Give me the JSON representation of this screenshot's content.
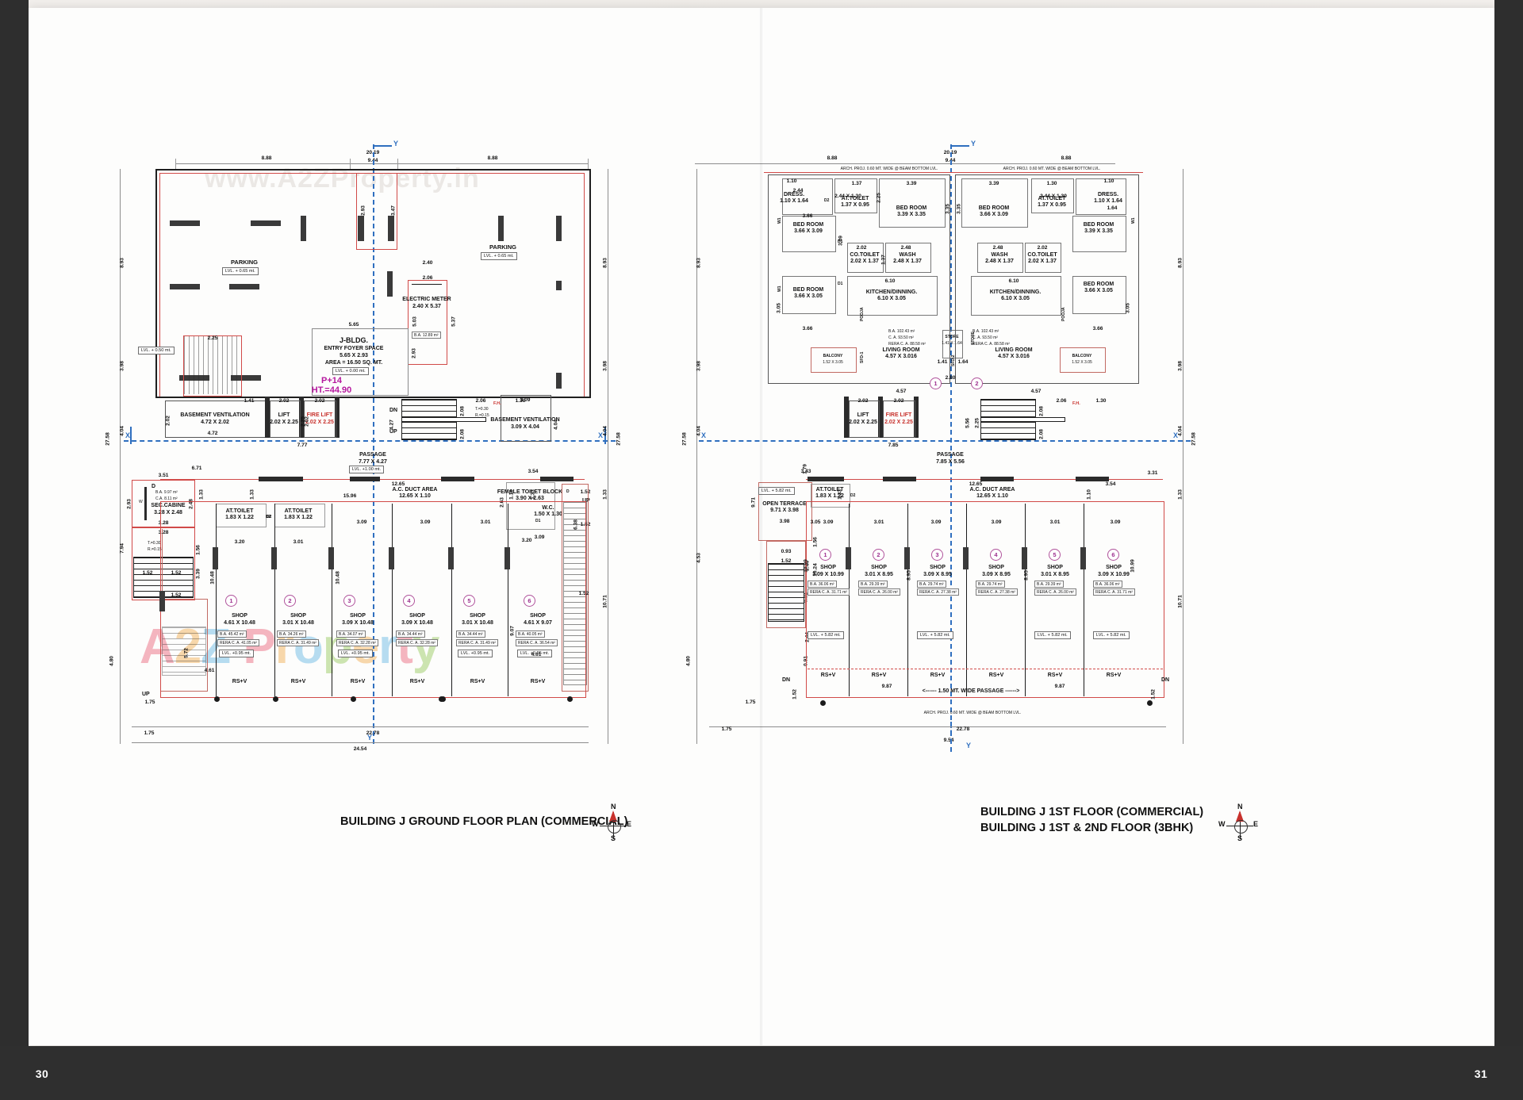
{
  "document": {
    "watermark_top": "www.A2ZProperty.in",
    "watermark_brand": "A2Z Property",
    "page_left": "30",
    "page_right": "31"
  },
  "left_plan": {
    "title": "BUILDING J GROUND FLOOR PLAN (COMMERCIAL)",
    "axis_labels": {
      "y_top": "Y",
      "x_left": "X",
      "x_right": "X",
      "y_bottom": "Y"
    },
    "top_dims": [
      "8.88",
      "20.19",
      "9.44",
      "8.88"
    ],
    "left_dims": [
      "8.93",
      "3.98",
      "27.58",
      "4.04",
      "7.94",
      "4.80"
    ],
    "right_dims": [
      "8.93",
      "3.98",
      "4.04",
      "27.58",
      "1.33",
      "10.71"
    ],
    "bottom_dims": [
      "1.75",
      "22.78",
      "24.54"
    ],
    "parking_left": {
      "label": "PARKING",
      "level": "LVL. + 0.65 mt."
    },
    "parking_right": {
      "label": "PARKING",
      "level": "LVL. + 0.65 mt."
    },
    "electric_meter": {
      "label": "ELECTRIC METER",
      "size": "2.40 X 5.37",
      "ba": "B.A. 12.89 m²",
      "dims": [
        "2.40",
        "2.06",
        "5.03",
        "5.37"
      ]
    },
    "entry_foyer": {
      "building": "J-BLDG.",
      "label": "ENTRY FOYER SPACE",
      "size": "5.65 X 2.93",
      "area": "AREA = 16.50 SQ. MT.",
      "level": "LVL. + 0.00 mt.",
      "height_note_1": "P+14",
      "height_note_2": "HT.=44.90",
      "dims": [
        "5.65",
        "2.93"
      ]
    },
    "ramp_level": "LVL. + 0.50 mt.",
    "basement_ventilation_left": {
      "label": "BASEMENT VENTILATION",
      "size": "4.72 X 2.02",
      "dims": [
        "4.72",
        "2.02",
        "1.41"
      ]
    },
    "basement_ventilation_right": {
      "label": "BASEMENT VENTILATION",
      "size": "3.09 X 4.04",
      "dims": [
        "3.09",
        "4.04"
      ]
    },
    "lift": {
      "label": "LIFT",
      "size": "2.02 X 2.25",
      "dims": [
        "2.02",
        "2.25"
      ]
    },
    "fire_lift": {
      "label": "FIRE LIFT",
      "size": "2.02 X 2.25",
      "dims": [
        "2.02",
        "2.25"
      ]
    },
    "lift_lobby_dim": "7.77",
    "passage": {
      "label": "PASSAGE",
      "size": "7.77 X 4.27",
      "level": "LVL. +1.00 mt.",
      "dim": "4.27"
    },
    "stair_notes": {
      "dn": "DN",
      "up": "UP",
      "riser": "T.=0.30",
      "tread": "R.=0.15",
      "dims": [
        "2.08",
        "2.08"
      ]
    },
    "ac_duct": {
      "label": "A.C. DUCT AREA",
      "size": "12.65 X 1.10",
      "dims": [
        "12.65",
        "15.96",
        "1.10",
        "1.33",
        "1.33"
      ]
    },
    "sec_cabine": {
      "label": "SEC.CABINE",
      "size": "3.28 X 2.48",
      "ba": "B.A. 9.97 m²",
      "ca": "C.A. 8.11 m²",
      "door": "D",
      "window": "W",
      "dims": [
        "3.51",
        "6.71",
        "3.28",
        "2.48",
        "2.93",
        "1.33"
      ]
    },
    "female_toilet": {
      "label": "FEMALE TOILET BLOCK",
      "size": "3.90 X 2.63",
      "wc": "W.C.",
      "wc_size": "1.50 X 1.30",
      "door": "D1",
      "dims": [
        "3.54",
        "3.90",
        "2.63",
        "1.52",
        "1.52",
        "3.20",
        "6.38"
      ]
    },
    "at_toilets": [
      {
        "label": "AT.TOILET",
        "size": "1.83 X 1.22",
        "door": "D2"
      },
      {
        "label": "AT.TOILET",
        "size": "1.83 X 1.22",
        "door": "D2"
      }
    ],
    "stair_left": {
      "up": "UP",
      "dims": [
        "1.52",
        "1.52",
        "1.52",
        "1.56",
        "3.39",
        "3.28",
        "5.72",
        "4.61",
        "1.75"
      ],
      "riser": "T.=0.30",
      "tread": "R.=0.15"
    },
    "shops": [
      {
        "no": "1",
        "label": "SHOP",
        "size": "4.61 X 10.48",
        "ba": "B.A.  45.42  m²",
        "rera": "RERA C. A.  41.05  m²",
        "level": "LVL. +0.95 mt.",
        "rsv": "RS+V"
      },
      {
        "no": "2",
        "label": "SHOP",
        "size": "3.01 X 10.48",
        "ba": "B.A.  34.26  m²",
        "rera": "RERA C. A.  31.49  m²",
        "level": "",
        "rsv": "RS+V"
      },
      {
        "no": "3",
        "label": "SHOP",
        "size": "3.09 X 10.48",
        "ba": "B.A.  34.07  m²",
        "rera": "RERA C. A.  32.28  m²",
        "level": "LVL. +0.95 mt.",
        "rsv": "RS+V"
      },
      {
        "no": "4",
        "label": "SHOP",
        "size": "3.09 X 10.48",
        "ba": "B.A.  34.44  m²",
        "rera": "RERA C. A.  32.28  m²",
        "level": "",
        "rsv": "RS+V"
      },
      {
        "no": "5",
        "label": "SHOP",
        "size": "3.01 X 10.48",
        "ba": "B.A.  34.44  m²",
        "rera": "RERA C. A.  31.49  m²",
        "level": "LVL. +0.95 mt.",
        "rsv": "RS+V"
      },
      {
        "no": "6",
        "label": "SHOP",
        "size": "4.61 X 9.07",
        "ba": "B.A.  40.05  m²",
        "rera": "RERA C. A.  36.54  m²",
        "level": "LVL. +0.95 mt.",
        "rsv": "RS+V"
      }
    ],
    "shop_top_dims": [
      "3.20",
      "3.01",
      "3.09",
      "3.09",
      "3.01",
      "3.20"
    ],
    "shop_inner_dims": [
      "3.09",
      "3.09",
      "3.01",
      "3.09",
      "3.01"
    ],
    "right_edge_dims": [
      "1.52",
      "1.52",
      "6.38",
      "9.07",
      "4.61",
      "10.71",
      "10.48"
    ],
    "misc": {
      "fh": "F.H.",
      "dim_206": "2.06",
      "dim_130": "1.30",
      "dim_175": "1.75",
      "dim_480": "4.80"
    }
  },
  "right_plan": {
    "title_line1": "BUILDING J 1ST FLOOR (COMMERCIAL)",
    "title_line2": "BUILDING J 1ST & 2ND FLOOR (3BHK)",
    "axis_labels": {
      "y_top": "Y",
      "x_left": "X",
      "x_right": "X",
      "y_bottom": "Y"
    },
    "top_dims": [
      "8.88",
      "20.19",
      "9.44",
      "8.88"
    ],
    "arch_proj_note_left": "ARCH. PROJ. 0.60 MT. WIDE @ BEAM BOTTOM LVL.",
    "arch_proj_note_right": "ARCH. PROJ. 0.60 MT. WIDE @ BEAM BOTTOM LVL.",
    "arch_proj_bottom": "ARCH. PROJ. 0.60 MT. WIDE @ BEAM BOTTOM LVL.",
    "bottom_dims": [
      "1.75",
      "22.78",
      "9.54"
    ],
    "left_dims": [
      "8.93",
      "3.98",
      "27.58",
      "4.04",
      "4.53",
      "4.80"
    ],
    "right_dims": [
      "8.93",
      "3.98",
      "4.04",
      "27.58",
      "1.33",
      "10.71"
    ],
    "flat_left": {
      "bedrooms": [
        {
          "label": "BED ROOM",
          "size": "3.66 X 3.09"
        },
        {
          "label": "BED ROOM",
          "size": "3.66 X 3.05"
        },
        {
          "label": "BED ROOM",
          "size": "3.39 X 3.35"
        }
      ],
      "dress": {
        "label": "DRESS.",
        "size": "1.10 X 1.64"
      },
      "at_toilet": {
        "label": "AT.TOILET",
        "size": "1.37 X 0.95"
      },
      "co_toilet": {
        "label": "CO.TOILET",
        "size": "2.02 X 1.37"
      },
      "wash": {
        "label": "WASH",
        "size": "2.48 X 1.37"
      },
      "kitchen": {
        "label": "KITCHEN/DINNING.",
        "size": "6.10 X 3.05"
      },
      "living": {
        "label": "LIVING ROOM",
        "size": "4.57 X 3.016"
      },
      "store": {
        "label": "STORE",
        "size": "1.41 X 1.64"
      },
      "balcony": {
        "label": "BALCONY",
        "size": "1.52 X 3.05"
      },
      "pooja": "POOJA",
      "areas": [
        "B.A.  102.43  m²",
        "C. A.  93.50  m²",
        "RERA C. A.  88.58  m²"
      ],
      "dims": [
        "1.10",
        "2.44",
        "1.37",
        "3.39",
        "3.66",
        "3.09",
        "2.02",
        "2.48",
        "6.10",
        "3.66",
        "2.25",
        "3.35",
        "2.95",
        "1.41",
        "1.64",
        "4.57",
        "1.52",
        "2.25",
        "3.05",
        "1.41",
        "2.80",
        "1.79"
      ],
      "doors": [
        "D2",
        "D1",
        "D1",
        "D1"
      ],
      "windows": [
        "W1",
        "W1",
        "W1"
      ],
      "sfd": "SFD-1",
      "level": "LVL. + 5.82 mt."
    },
    "flat_right": {
      "bedrooms": [
        {
          "label": "BED ROOM",
          "size": "3.39 X 3.35"
        },
        {
          "label": "BED ROOM",
          "size": "3.66 X 3.09"
        },
        {
          "label": "BED ROOM",
          "size": "3.66 X 3.05"
        }
      ],
      "dress": {
        "label": "DRESS.",
        "size": "1.10 X 1.64"
      },
      "at_toilet": {
        "label": "AT.TOILET",
        "size": "1.37 X 0.95"
      },
      "co_toilet": {
        "label": "CO.TOILET",
        "size": "2.02 X 1.37"
      },
      "wash": {
        "label": "WASH",
        "size": "2.48 X 1.37"
      },
      "kitchen": {
        "label": "KITCHEN/DINNING.",
        "size": "6.10 X 3.05"
      },
      "living": {
        "label": "LIVING ROOM",
        "size": "4.57 X 3.016"
      },
      "store": {
        "label": "STORE",
        "size": "1.41 X 1.64"
      },
      "balcony": {
        "label": "BALCONY",
        "size": "1.52 X 3.05"
      },
      "pooja": "POOJA",
      "areas": [
        "B.A.  102.43  m²",
        "C. A.  93.50  m²",
        "RERA C. A.  88.58  m²"
      ],
      "sfd": "SFD-2",
      "level": "LVL. + 5.82 mt."
    },
    "lift": {
      "label": "LIFT",
      "size": "2.02 X 2.25"
    },
    "fire_lift": {
      "label": "FIRE LIFT",
      "size": "2.02 X 2.25"
    },
    "lift_lobby_dim": "7.85",
    "passage": {
      "label": "PASSAGE",
      "size": "7.85 X 5.56",
      "dim": "1.79"
    },
    "ac_duct": {
      "label": "A.C. DUCT AREA",
      "size": "12.65 X 1.10",
      "dims": [
        "12.65",
        "1.10",
        "1.33",
        "3.54",
        "3.31"
      ]
    },
    "open_terrace": {
      "label": "OPEN TERRACE",
      "size": "9.71 X 3.98",
      "level": "LVL. + 5.82 mt.",
      "dims": [
        "9.71",
        "3.98",
        "3.43",
        "3.05",
        "0.93",
        "1.52",
        "2.44",
        "2.44",
        "10.24",
        "1.56",
        "0.91",
        "0.91",
        "1.75",
        "1.52"
      ]
    },
    "at_toilet_terrace": {
      "label": "AT.TOILET",
      "size": "1.83 X 1.22",
      "door": "D2"
    },
    "shops": [
      {
        "no": "1",
        "label": "SHOP",
        "size": "3.09 X 10.99",
        "ba": "B.A.  36.06  m²",
        "rera": "RERA C. A.  31.71  m²",
        "level": "LVL. + 5.82 mt.",
        "rsv": "RS+V"
      },
      {
        "no": "2",
        "label": "SHOP",
        "size": "3.01 X 8.95",
        "ba": "B.A.  29.39  m²",
        "rera": "RERA C. A.  26.00  m²",
        "level": "",
        "rsv": "RS+V"
      },
      {
        "no": "3",
        "label": "SHOP",
        "size": "3.09 X 8.95",
        "ba": "B.A.  29.74  m²",
        "rera": "RERA C. A.  27.38  m²",
        "level": "LVL. + 5.82 mt.",
        "rsv": "RS+V"
      },
      {
        "no": "4",
        "label": "SHOP",
        "size": "3.09 X 8.95",
        "ba": "B.A.  29.74  m²",
        "rera": "RERA C. A.  27.38  m²",
        "level": "",
        "rsv": "RS+V"
      },
      {
        "no": "5",
        "label": "SHOP",
        "size": "3.01 X 8.95",
        "ba": "B.A.  29.39  m²",
        "rera": "RERA C. A.  26.00  m²",
        "level": "LVL. + 5.82 mt.",
        "rsv": "RS+V"
      },
      {
        "no": "6",
        "label": "SHOP",
        "size": "3.09 X 10.99",
        "ba": "B.A.  36.06  m²",
        "rera": "RERA C. A.  31.71  m²",
        "level": "LVL. + 5.82 mt.",
        "rsv": "RS+V"
      }
    ],
    "shop_top_dims": [
      "3.09",
      "3.01",
      "3.09",
      "3.09",
      "3.01",
      "3.09"
    ],
    "shop_side_dims": [
      "10.99",
      "8.95",
      "8.95",
      "10.99",
      "10.71"
    ],
    "wide_passage": "<------  1.50 MT. WIDE PASSAGE  ------>",
    "wide_passage_dims": [
      "9.87",
      "9.87",
      "1.75",
      "1.52",
      "1.52"
    ],
    "stair_notes": {
      "dn": "DN",
      "up": "UP"
    },
    "markers": [
      "1",
      "2"
    ]
  },
  "compass": {
    "n": "N",
    "e": "E",
    "s": "S",
    "w": "W"
  },
  "colors": {
    "accent_magenta": "#b5179e",
    "accent_red": "#c8312c",
    "grid_blue": "#2f6fbf",
    "wall": "#2b2b2b",
    "red_line": "#d14a48"
  }
}
